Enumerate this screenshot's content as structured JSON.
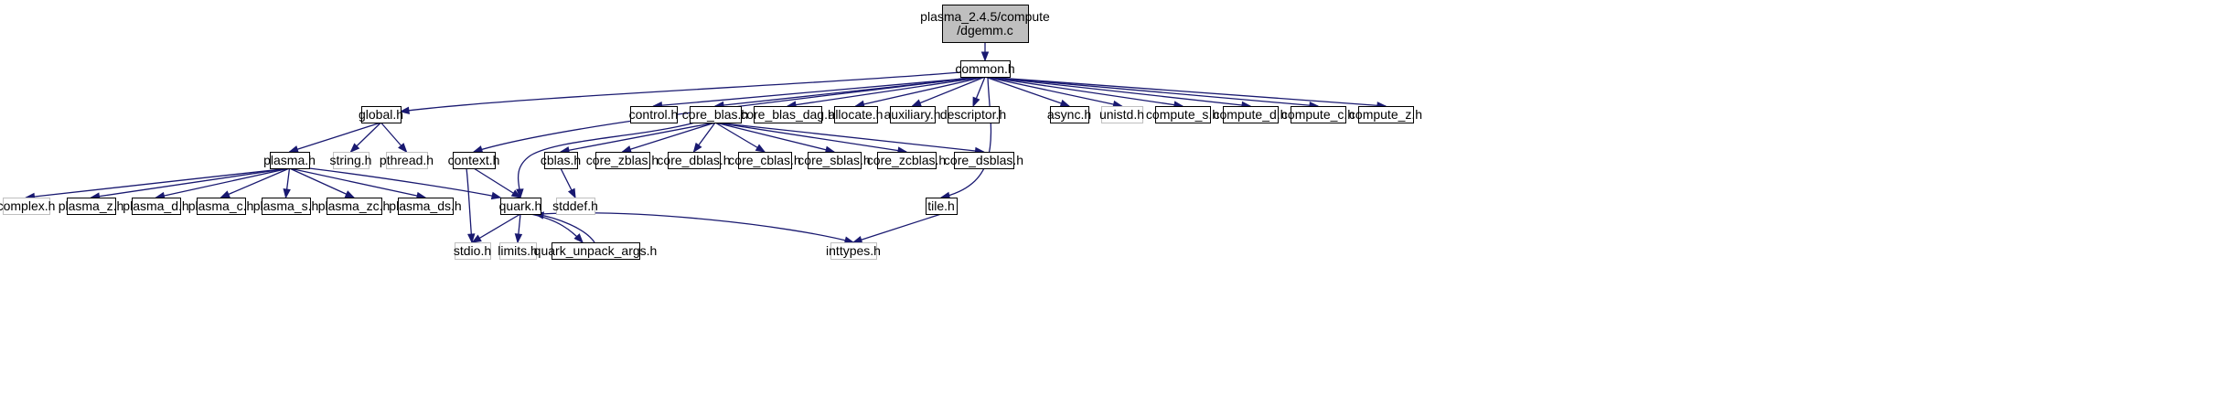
{
  "diagram": {
    "nodes": [
      {
        "id": "dgemm",
        "lines": [
          "plasma_2.4.5/compute",
          "/dgemm.c"
        ],
        "kind": "root"
      },
      {
        "id": "common",
        "lines": [
          "common.h"
        ],
        "kind": "internal"
      },
      {
        "id": "global",
        "lines": [
          "global.h"
        ],
        "kind": "internal"
      },
      {
        "id": "control",
        "lines": [
          "control.h"
        ],
        "kind": "internal"
      },
      {
        "id": "core_blas",
        "lines": [
          "core_blas.h"
        ],
        "kind": "internal"
      },
      {
        "id": "core_blas_dag",
        "lines": [
          "core_blas_dag.h"
        ],
        "kind": "internal"
      },
      {
        "id": "allocate",
        "lines": [
          "allocate.h"
        ],
        "kind": "internal"
      },
      {
        "id": "auxiliary",
        "lines": [
          "auxiliary.h"
        ],
        "kind": "internal"
      },
      {
        "id": "descriptor",
        "lines": [
          "descriptor.h"
        ],
        "kind": "internal"
      },
      {
        "id": "async",
        "lines": [
          "async.h"
        ],
        "kind": "internal"
      },
      {
        "id": "unistd",
        "lines": [
          "unistd.h"
        ],
        "kind": "external"
      },
      {
        "id": "compute_s",
        "lines": [
          "compute_s.h"
        ],
        "kind": "internal"
      },
      {
        "id": "compute_d",
        "lines": [
          "compute_d.h"
        ],
        "kind": "internal"
      },
      {
        "id": "compute_c",
        "lines": [
          "compute_c.h"
        ],
        "kind": "internal"
      },
      {
        "id": "compute_z",
        "lines": [
          "compute_z.h"
        ],
        "kind": "internal"
      },
      {
        "id": "plasma",
        "lines": [
          "plasma.h"
        ],
        "kind": "internal"
      },
      {
        "id": "string",
        "lines": [
          "string.h"
        ],
        "kind": "external"
      },
      {
        "id": "pthread",
        "lines": [
          "pthread.h"
        ],
        "kind": "external"
      },
      {
        "id": "context",
        "lines": [
          "context.h"
        ],
        "kind": "internal"
      },
      {
        "id": "cblas",
        "lines": [
          "cblas.h"
        ],
        "kind": "internal"
      },
      {
        "id": "core_zblas",
        "lines": [
          "core_zblas.h"
        ],
        "kind": "internal"
      },
      {
        "id": "core_dblas",
        "lines": [
          "core_dblas.h"
        ],
        "kind": "internal"
      },
      {
        "id": "core_cblas",
        "lines": [
          "core_cblas.h"
        ],
        "kind": "internal"
      },
      {
        "id": "core_sblas",
        "lines": [
          "core_sblas.h"
        ],
        "kind": "internal"
      },
      {
        "id": "core_zcblas",
        "lines": [
          "core_zcblas.h"
        ],
        "kind": "internal"
      },
      {
        "id": "core_dsblas",
        "lines": [
          "core_dsblas.h"
        ],
        "kind": "internal"
      },
      {
        "id": "tile",
        "lines": [
          "tile.h"
        ],
        "kind": "internal"
      },
      {
        "id": "complex",
        "lines": [
          "complex.h"
        ],
        "kind": "external"
      },
      {
        "id": "plasma_z",
        "lines": [
          "plasma_z.h"
        ],
        "kind": "internal"
      },
      {
        "id": "plasma_d",
        "lines": [
          "plasma_d.h"
        ],
        "kind": "internal"
      },
      {
        "id": "plasma_c",
        "lines": [
          "plasma_c.h"
        ],
        "kind": "internal"
      },
      {
        "id": "plasma_s",
        "lines": [
          "plasma_s.h"
        ],
        "kind": "internal"
      },
      {
        "id": "plasma_zc",
        "lines": [
          "plasma_zc.h"
        ],
        "kind": "internal"
      },
      {
        "id": "plasma_ds",
        "lines": [
          "plasma_ds.h"
        ],
        "kind": "internal"
      },
      {
        "id": "quark",
        "lines": [
          "quark.h"
        ],
        "kind": "internal"
      },
      {
        "id": "stddef",
        "lines": [
          "stddef.h"
        ],
        "kind": "external"
      },
      {
        "id": "stdio",
        "lines": [
          "stdio.h"
        ],
        "kind": "external"
      },
      {
        "id": "limits",
        "lines": [
          "limits.h"
        ],
        "kind": "external"
      },
      {
        "id": "quark_unpack_args",
        "lines": [
          "quark_unpack_args.h"
        ],
        "kind": "internal"
      },
      {
        "id": "inttypes",
        "lines": [
          "inttypes.h"
        ],
        "kind": "external"
      }
    ],
    "edges": [
      [
        "dgemm",
        "common"
      ],
      [
        "common",
        "global"
      ],
      [
        "common",
        "control"
      ],
      [
        "common",
        "core_blas"
      ],
      [
        "common",
        "core_blas_dag"
      ],
      [
        "common",
        "allocate"
      ],
      [
        "common",
        "auxiliary"
      ],
      [
        "common",
        "descriptor"
      ],
      [
        "common",
        "async"
      ],
      [
        "common",
        "unistd"
      ],
      [
        "common",
        "compute_s"
      ],
      [
        "common",
        "compute_d"
      ],
      [
        "common",
        "compute_c"
      ],
      [
        "common",
        "compute_z"
      ],
      [
        "common",
        "context"
      ],
      [
        "common",
        "tile"
      ],
      [
        "global",
        "plasma"
      ],
      [
        "global",
        "string"
      ],
      [
        "global",
        "pthread"
      ],
      [
        "plasma",
        "complex"
      ],
      [
        "plasma",
        "plasma_z"
      ],
      [
        "plasma",
        "plasma_d"
      ],
      [
        "plasma",
        "plasma_c"
      ],
      [
        "plasma",
        "plasma_s"
      ],
      [
        "plasma",
        "plasma_zc"
      ],
      [
        "plasma",
        "plasma_ds"
      ],
      [
        "plasma",
        "quark"
      ],
      [
        "core_blas",
        "cblas"
      ],
      [
        "core_blas",
        "core_zblas"
      ],
      [
        "core_blas",
        "core_dblas"
      ],
      [
        "core_blas",
        "core_cblas"
      ],
      [
        "core_blas",
        "core_sblas"
      ],
      [
        "core_blas",
        "core_zcblas"
      ],
      [
        "core_blas",
        "core_dsblas"
      ],
      [
        "core_blas",
        "quark"
      ],
      [
        "context",
        "quark"
      ],
      [
        "context",
        "stdio"
      ],
      [
        "cblas",
        "stddef"
      ],
      [
        "quark",
        "stdio"
      ],
      [
        "quark",
        "limits"
      ],
      [
        "quark",
        "quark_unpack_args"
      ],
      [
        "quark",
        "inttypes"
      ],
      [
        "quark_unpack_args",
        "quark"
      ],
      [
        "tile",
        "inttypes"
      ]
    ]
  },
  "colors": {
    "edge": "#191970",
    "node_border": "#000000",
    "external_border": "#bfbfbf",
    "root_fill": "#bfbfbf",
    "background": "#ffffff"
  }
}
